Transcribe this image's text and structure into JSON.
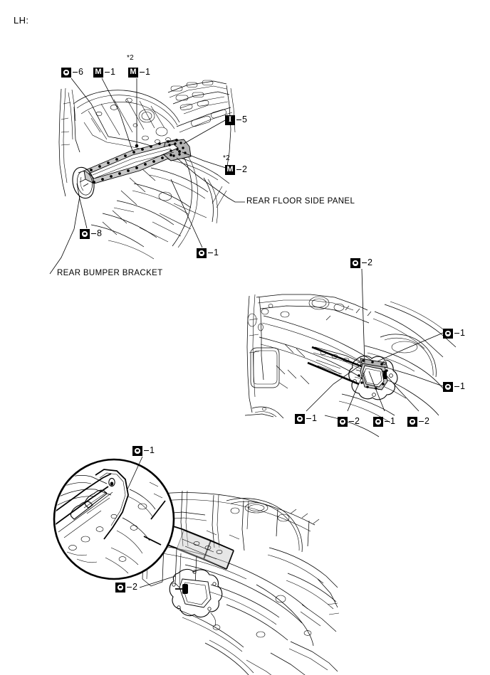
{
  "header": {
    "side_label": "LH:"
  },
  "part_names": {
    "rear_floor_side_panel": "REAR FLOOR SIDE PANEL",
    "rear_bumper_bracket": "REAR BUMPER BRACKET"
  },
  "footnotes": {
    "star2": "*2"
  },
  "figures": [
    {
      "id": "figure-upper",
      "callouts": [
        {
          "icon": "bolt-ring-icon",
          "glyph": "ring",
          "number": "6"
        },
        {
          "icon": "letter-m-icon",
          "glyph": "M",
          "number": "1"
        },
        {
          "icon": "letter-m-icon",
          "glyph": "M",
          "number": "1",
          "footnote": "*2"
        },
        {
          "icon": "letter-i-icon",
          "glyph": "I",
          "number": "5"
        },
        {
          "icon": "letter-m-icon",
          "glyph": "M",
          "number": "2",
          "footnote": "*2"
        },
        {
          "icon": "bolt-ring-icon",
          "glyph": "ring",
          "number": "8"
        },
        {
          "icon": "bolt-ring-icon",
          "glyph": "ring",
          "number": "1"
        }
      ]
    },
    {
      "id": "figure-middle",
      "callouts": [
        {
          "icon": "bolt-ring-icon",
          "glyph": "ring",
          "number": "2"
        },
        {
          "icon": "bolt-ring-icon",
          "glyph": "ring",
          "number": "1"
        },
        {
          "icon": "bolt-ring-icon",
          "glyph": "ring",
          "number": "1"
        },
        {
          "icon": "bolt-ring-icon",
          "glyph": "ring",
          "number": "1"
        },
        {
          "icon": "bolt-ring-icon",
          "glyph": "ring",
          "number": "2"
        },
        {
          "icon": "bolt-ring-icon",
          "glyph": "ring",
          "number": "1"
        },
        {
          "icon": "bolt-ring-icon",
          "glyph": "ring",
          "number": "2"
        }
      ]
    },
    {
      "id": "figure-lower",
      "callouts": [
        {
          "icon": "bolt-ring-icon",
          "glyph": "ring",
          "number": "1"
        },
        {
          "icon": "bolt-ring-icon",
          "glyph": "ring",
          "number": "2"
        }
      ]
    }
  ],
  "callout_values": {
    "u1": "6",
    "u2": "1",
    "u3": "1",
    "u4": "5",
    "u5": "2",
    "u6": "8",
    "u7": "1",
    "m1": "2",
    "m2": "1",
    "m3": "1",
    "m4": "1",
    "m5": "2",
    "m6": "1",
    "m7": "2",
    "l1": "1",
    "l2": "2"
  },
  "glyphs": {
    "m": "M",
    "i": "I"
  },
  "colors": {
    "ink": "#000000",
    "shade": "#c9c9c9",
    "paper": "#ffffff"
  }
}
